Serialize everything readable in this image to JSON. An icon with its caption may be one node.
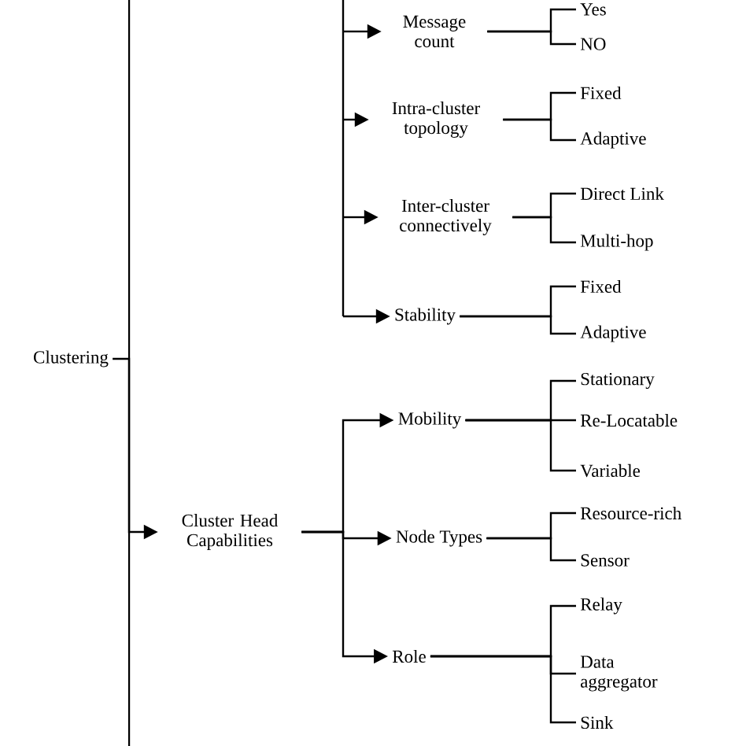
{
  "diagram": {
    "nodes": [
      {
        "text": [
          "Clustering"
        ]
      },
      {
        "text": [
          "Message count"
        ]
      },
      {
        "text": [
          "Yes"
        ]
      },
      {
        "text": [
          "NO"
        ]
      },
      {
        "text": [
          "Intra-cluster topology"
        ]
      },
      {
        "text": [
          "Fixed"
        ]
      },
      {
        "text": [
          "Adaptive"
        ]
      },
      {
        "text": [
          "Inter-cluster connectively"
        ]
      },
      {
        "text": [
          "Direct Link"
        ]
      },
      {
        "text": [
          "Multi-hop"
        ]
      },
      {
        "text": [
          "Stability"
        ]
      },
      {
        "text": [
          "Fixed"
        ]
      },
      {
        "text": [
          "Adaptive"
        ]
      },
      {
        "text": [
          "Cluster Head Capabilities"
        ]
      },
      {
        "text": [
          "Mobility"
        ]
      },
      {
        "text": [
          "Stationary"
        ]
      },
      {
        "text": [
          "Re-Locatable"
        ]
      },
      {
        "text": [
          "Variable"
        ]
      },
      {
        "text": [
          "Node Types"
        ]
      },
      {
        "text": [
          "Resource-rich"
        ]
      },
      {
        "text": [
          "Sensor"
        ]
      },
      {
        "text": [
          "Role"
        ]
      },
      {
        "text": [
          "Relay"
        ]
      },
      {
        "text": [
          "Data aggregator"
        ]
      },
      {
        "text": [
          "Sink"
        ]
      }
    ],
    "edges": [
      {
        "from": null,
        "to": 1,
        "arrow": "to"
      },
      {
        "from": 1,
        "to": 2,
        "arrow": "none"
      },
      {
        "from": 1,
        "to": 3,
        "arrow": "none"
      },
      {
        "from": null,
        "to": 4,
        "arrow": "to"
      },
      {
        "from": 4,
        "to": 5,
        "arrow": "none"
      },
      {
        "from": 4,
        "to": 6,
        "arrow": "none"
      },
      {
        "from": null,
        "to": 7,
        "arrow": "to"
      },
      {
        "from": 7,
        "to": 8,
        "arrow": "none"
      },
      {
        "from": 7,
        "to": 9,
        "arrow": "none"
      },
      {
        "from": null,
        "to": 10,
        "arrow": "to"
      },
      {
        "from": 10,
        "to": 11,
        "arrow": "none"
      },
      {
        "from": 10,
        "to": 12,
        "arrow": "none"
      },
      {
        "from": 0,
        "to": 13,
        "arrow": "to"
      },
      {
        "from": 13,
        "to": 14,
        "arrow": "to"
      },
      {
        "from": 13,
        "to": 18,
        "arrow": "to"
      },
      {
        "from": 13,
        "to": 21,
        "arrow": "to"
      },
      {
        "from": 14,
        "to": 15,
        "arrow": "none"
      },
      {
        "from": 14,
        "to": 16,
        "arrow": "none"
      },
      {
        "from": 14,
        "to": 17,
        "arrow": "none"
      },
      {
        "from": 18,
        "to": 19,
        "arrow": "none"
      },
      {
        "from": 18,
        "to": 20,
        "arrow": "none"
      },
      {
        "from": 21,
        "to": 22,
        "arrow": "none"
      },
      {
        "from": 21,
        "to": 23,
        "arrow": "none"
      },
      {
        "from": 21,
        "to": 24,
        "arrow": "none"
      }
    ]
  }
}
